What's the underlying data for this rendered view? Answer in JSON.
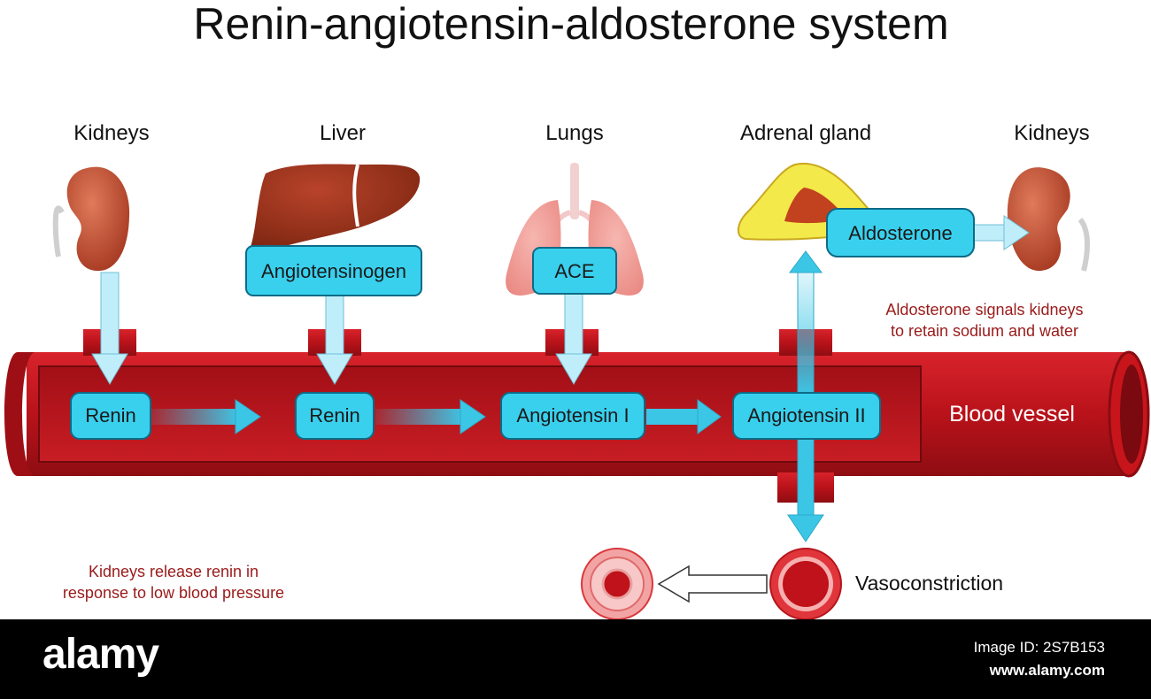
{
  "title": "Renin-angiotensin-aldosterone system",
  "organs": {
    "kidneys_left": "Kidneys",
    "liver": "Liver",
    "lungs": "Lungs",
    "adrenal": "Adrenal gland",
    "kidneys_right": "Kidneys"
  },
  "boxes": {
    "angiotensinogen": "Angiotensinogen",
    "ace": "ACE",
    "aldosterone": "Aldosterone",
    "renin_1": "Renin",
    "renin_2": "Renin",
    "angiotensin_1": "Angiotensin I",
    "angiotensin_2": "Angiotensin II"
  },
  "vessel_label": "Blood vessel",
  "notes": {
    "aldosterone_line1": "Aldosterone signals kidneys",
    "aldosterone_line2": "to retain sodium and water",
    "kidney_line1": "Kidneys release renin in",
    "kidney_line2": "response to low blood pressure"
  },
  "vasoconstriction_label": "Vasoconstriction",
  "footer": {
    "brand": "alamy",
    "image_id": "Image ID: 2S7B153",
    "site": "www.alamy.com"
  },
  "colors": {
    "vessel": "#c4151c",
    "vessel_dark": "#8e0d12",
    "box": "#39d0ee",
    "arrow": "#3cc6e6",
    "note": "#9a1a1a",
    "organ": "#a23a1c"
  }
}
